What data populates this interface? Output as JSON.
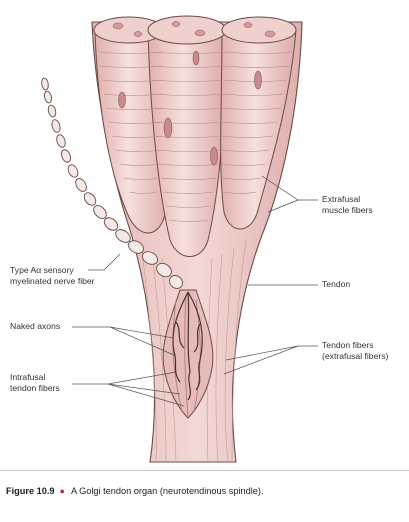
{
  "labels": {
    "extrafusal_line1": "Extrafusal",
    "extrafusal_line2": "muscle fibers",
    "nerve_line1": "Type Aα sensory",
    "nerve_line2": "myelinated nerve fiber",
    "tendon": "Tendon",
    "naked_axons": "Naked axons",
    "tendon_fibers_line1": "Tendon fibers",
    "tendon_fibers_line2": "(extrafusal fibers)",
    "intrafusal_line1": "Intrafusal",
    "intrafusal_line2": "tendon fibers"
  },
  "caption": {
    "figure_number": "Figure 10.9",
    "text": "A Golgi tendon organ (neurotendinous spindle)."
  },
  "colors": {
    "tissue": "#ecc9c6",
    "tissue_light": "#f5dedb",
    "tissue_dark": "#d9a8a6",
    "outline": "#6b4a4a",
    "nucleus": "#c98a8d",
    "bullet": "#b3334a"
  }
}
